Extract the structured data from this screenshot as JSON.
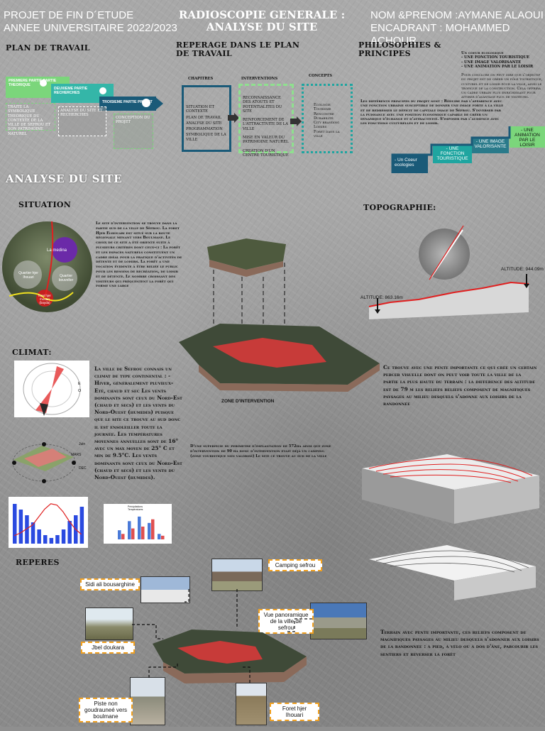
{
  "header": {
    "left_line1": "PROJET DE FIN D´ETUDE",
    "left_line2": "ANNEE UNIVERSITAIRE 2022/2023",
    "title_line1": "RADIOSCOPIE GENERALE :",
    "title_line2": "ANALYSE DU SITE",
    "right_line1": "NOM &PRENOM :AYMANE ALAOUI",
    "right_line2": "ENCADRANT : MOHAMMED ACHOUR"
  },
  "plan_travail": {
    "heading": "PLAN DE TRAVAIL",
    "part1": "PREMIERE PARTIE PARTIE THEORIQUE",
    "part2": "DEUXIEME PARTIE RECHERCHES",
    "part3": "TROISIEME PARTIE PROJET",
    "note1": "TRAITE LA SYMBOLIQUE THEORIQUE DU CONTEXTE DE LA VILLE DE SEFROU ET SON PATRIMOINE NATUREL",
    "note2": "ANALYSE DU SITE ET RECHERCHES",
    "note3": "CONCEPTION DU PROJET"
  },
  "reperage": {
    "heading": "REPERAGE DANS LE PLAN DE TRAVAIL",
    "col1": "CHAPITRES",
    "col2": "INTERVENTIONS",
    "col3": "CONCEPTS",
    "ch_items": [
      "SITUATION ET CONTEXTE",
      "PLAN DE TRAVAIL",
      "ANALYSE DU SITE",
      "PROGRAMMATION",
      "SYMBOLIQUE DE LA VILLE"
    ],
    "int_items": [
      "RECONNAISSANCE DES ATOUTS ET POTENTIALITES DU SITE",
      "RENFORCEMENT DE L'ATTRACTIVITE DE LA VILLE",
      "MISE EN VALEUR DU PATRIMOINE NATUREL",
      "CREATION D'UN CENTRE TOURISTIQUE"
    ],
    "concepts": [
      "Ecologie",
      "Tourisme",
      "Rencontre",
      "Durabilité",
      "City branding",
      "Loisirs",
      "Foret dans la ville"
    ]
  },
  "philosophies": {
    "heading": "PHILOSOPHIES & PRINCIPES",
    "list": [
      "Un coeur ecologique",
      "- UNE FONCTION TOURISTIQUE",
      "- UNE IMAGE VALORISANTE",
      "- UNE ANIMATION PAR LE LOISIR"
    ],
    "text1": "Pour conclure on peut dire que l'objectif du projet est de créer un pôle touristique, culturel et de loisir pour la ville, ainsi le tropique de la construction. Cela offrira un cadre urbain plus enrichissant pour attirer d'avantage plus de visiteurs.",
    "text2": "Les différents principes du projet sont : Réduire par l'apparence avec une fonction urbaine susceptible de donner une image forte à la ville et de redresser le déficit de capitale image de Séfrou. S'inverser par la puissance avec une position économique capable de créer un dynamique d'échange et d'attractivité. S'imposer par l'audience avec les fonctions culturelles et de loisir.",
    "steps": [
      "- Un Coeur ecologies",
      "- UNE FONCTION TOURISTIQUE",
      "- UNE IMAGE VALORISANTE",
      "- UNE ANIMATION PAR LE LOISIR"
    ]
  },
  "analyse_title": "ANALYSE DU SITE",
  "situation": {
    "heading": "SITUATION",
    "map_labels": [
      "La medina",
      "Quartier hjer Ihouari",
      "Quartier bouvelter",
      "foret hjer Ihouari (bayda)"
    ],
    "text": "Le site d'intervention se trouve dans la partie sud de la ville de Séfrou. La foret Hjer Elhouari est situé sur la route régionale menant vers Boulmane. Le choix de ce site a été orienté suite à plusieurs critères dont ceux-ci : La forêt et les espaces naturels constituent un cadre idéal pour la pratique d'activités de détente et de loisirs. La forêt a une vocation évidente à être reliée le public pour les besoins de récréation, de loisir et de détente. Le nombre croissant des visiteurs qui fréquentent la forêt qui forme une large"
  },
  "zone_label": "ZONE D'INTERVENTION",
  "climat": {
    "heading": "CLIMAT:",
    "text": "La ville de Sefrou connais un climat de type continental : - Hiver, généralement pluvieux- Eté, chaud et sec Les vents dominants sont ceux du Nord-Est (chaud et secs) et les vents du Nord-Ouest (humides) puisque que le site ce trouve au sud donc il est ensoleiller toute la journée. Les températures moyennes annuelles sont de 16° avec un max moyen de 25° C et min de 9.5°C. Les vents dominants sont ceux du Nord-Est (chaud et secs) et les vents du Nord-Ouest (humides).",
    "sun_labels": [
      "Juin",
      "MARS",
      "DEC"
    ],
    "ew_labels": [
      "E",
      "O"
    ],
    "chart_a_months": [
      28,
      24,
      20,
      15,
      10,
      6,
      4,
      6,
      10,
      16,
      20,
      26
    ],
    "chart_b_legend": [
      "Précipitations",
      "Températures"
    ],
    "chart_b_values": [
      [
        10,
        6
      ],
      [
        20,
        12
      ],
      [
        25,
        14
      ],
      [
        18,
        22
      ],
      [
        6,
        4
      ]
    ]
  },
  "superficie": {
    "text": "D'une superficie du perimetre d'implantation de 572ha ainsi que zone d'intervention de 90 ha donc d'intervention etait déjà un camping (zone touristique non valorisé) Le site ce trouve au sud de la ville"
  },
  "topographie": {
    "heading": "TOPOGRAPHIE:",
    "alt_high": "ALTITUDE: 944.09m",
    "alt_low": "ALTITUDE: 863.16m",
    "text1": "Ce trouve avec une pente importante ce qui crée un certain percer visuelle dont on peut voir toute la ville de la partie la plus haute du terrain : la différence des altitude est de 79 m les reliefs reliefs composent de magnifiques paysages au milieu desquels s'adonne aux loisirs de la randonnée",
    "text2": "Terrain avec pente importante, ces reliefs composent de magnifiques paysages au milieu desquels s'adonner aux loisirs de la randonnée : à pied, à vélo ou à dos d'âne, parcourir les sentiers et reverser la forêt"
  },
  "reperes": {
    "heading": "REPERES",
    "items": [
      "Sidi ali bousarghine",
      "Jbel doukara",
      "Camping sefrou",
      "Vue panoramique de la ville de sefrou",
      "Piste non goudrauneé vers boulmane",
      "Foret hjer Ihouari"
    ]
  },
  "colors": {
    "teal": "#1fa5a0",
    "green": "#7bd67b",
    "red": "#e02020",
    "navy": "#1a5a78"
  }
}
